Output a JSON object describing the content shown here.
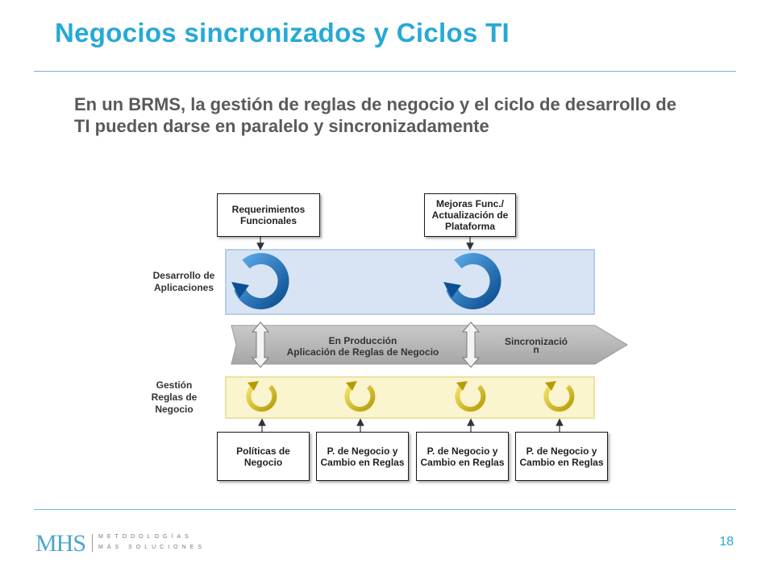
{
  "title": "Negocios sincronizados y Ciclos TI",
  "intro": "En un BRMS, la gestión de reglas de negocio y el ciclo de desarrollo de TI pueden darse en paralelo y sincronizadamente",
  "diagram": {
    "top_boxes": [
      "Requerimientos Funcionales",
      "Mejoras Func./ Actualización de Plataforma"
    ],
    "row_labels": {
      "dev": "Desarrollo de Aplicaciones",
      "rules": "Gestión Reglas de Negocio"
    },
    "production_arrow": {
      "line1": "En Producción",
      "line2": "Aplicación de Reglas de Negocio",
      "sync_line1": "Sincronizació",
      "sync_line2": "n"
    },
    "bottom_boxes": [
      "Políticas de Negocio",
      "P. de Negocio y Cambio en Reglas",
      "P. de Negocio y Cambio en Reglas",
      "P. de Negocio y Cambio en Reglas"
    ]
  },
  "footer": {
    "logo": "MHS",
    "logo_line1": "METODOLOGÍAS",
    "logo_line2": "MÁS SOLUCIONES",
    "page_number": "18"
  },
  "colors": {
    "title": "#27a9d6",
    "dev_band": "#d8e4f4",
    "rules_band": "#faf4cf",
    "arrow": "#b3b3b3",
    "blue_cycle": "#1f6fb8",
    "yellow_cycle": "#d9c21a"
  }
}
